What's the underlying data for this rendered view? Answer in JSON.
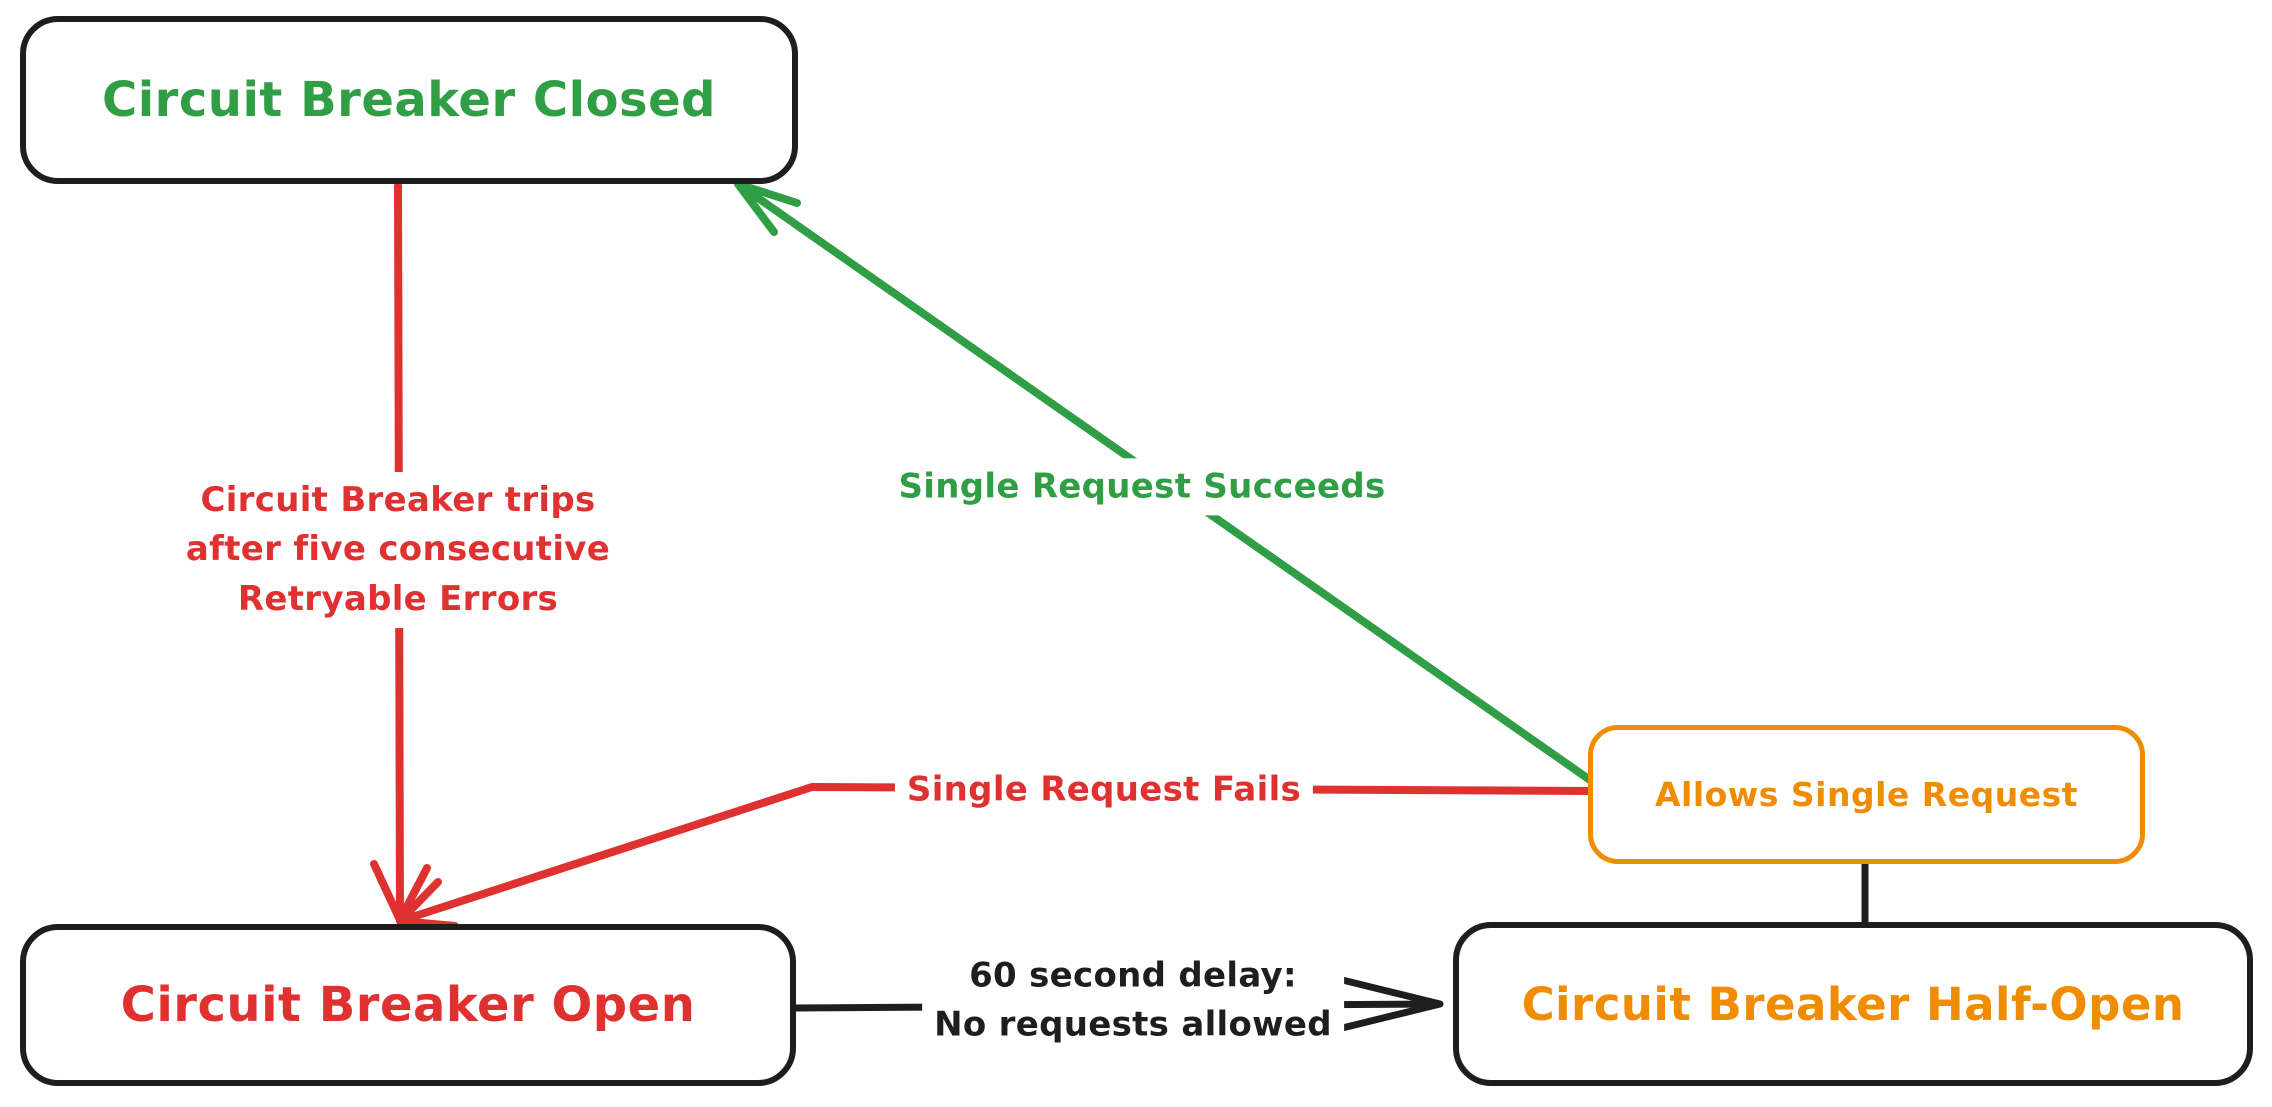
{
  "diagram": {
    "type": "state-diagram",
    "subject": "Circuit Breaker",
    "background_color": "#ffffff"
  },
  "colors": {
    "green": "#2f9e44",
    "red": "#e03131",
    "orange": "#f08c00",
    "ink": "#1e1e1e"
  },
  "nodes": {
    "closed": {
      "label": "Circuit Breaker Closed",
      "text_color": "#2f9e44",
      "border_color": "#1e1e1e"
    },
    "open": {
      "label": "Circuit Breaker Open",
      "text_color": "#e03131",
      "border_color": "#1e1e1e"
    },
    "half_open": {
      "label": "Circuit Breaker Half-Open",
      "text_color": "#f08c00",
      "border_color": "#1e1e1e"
    },
    "allows_single_request": {
      "label": "Allows Single Request",
      "text_color": "#f08c00",
      "border_color": "#f08c00"
    }
  },
  "edges": {
    "trips": {
      "label": "Circuit Breaker trips\nafter five consecutive\nRetryable Errors",
      "color": "#e03131",
      "from": "closed",
      "to": "open"
    },
    "succeeds": {
      "label": "Single Request Succeeds",
      "color": "#2f9e44",
      "from": "allows_single_request",
      "to": "closed"
    },
    "fails": {
      "label": "Single Request Fails",
      "color": "#e03131",
      "from": "allows_single_request",
      "to": "open"
    },
    "delay": {
      "label": "60 second delay:\nNo requests allowed",
      "color": "#1e1e1e",
      "from": "open",
      "to": "half_open"
    },
    "half_open_link": {
      "label": "",
      "color": "#1e1e1e",
      "from": "half_open",
      "to": "allows_single_request"
    }
  }
}
